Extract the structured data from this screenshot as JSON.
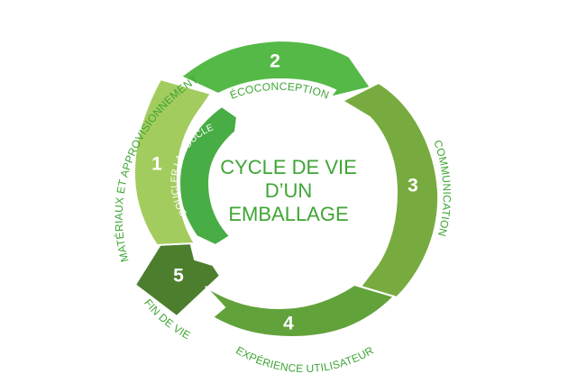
{
  "diagram": {
    "center_title_lines": [
      "CYCLE DE VIE",
      "D’UN",
      "EMBALLAGE"
    ],
    "inner_label": "BOUCLER LA BOUCLE",
    "label_color": "#3fa535",
    "stages": [
      {
        "number": "1",
        "label": "MATÉRIAUX ET APPROVISIONNEMENT",
        "color": "#a3cc5e"
      },
      {
        "number": "2",
        "label": "ÉCOCONCEPTION",
        "color": "#54b947"
      },
      {
        "number": "3",
        "label": "COMMUNICATION",
        "color": "#78ab3f"
      },
      {
        "number": "4",
        "label": "EXPÉRIENCE UTILISATEUR",
        "color": "#62a23b"
      },
      {
        "number": "5",
        "label": "FIN DE VIE",
        "color": "#4c7e2e"
      }
    ],
    "inner_color": "#48ad44"
  }
}
